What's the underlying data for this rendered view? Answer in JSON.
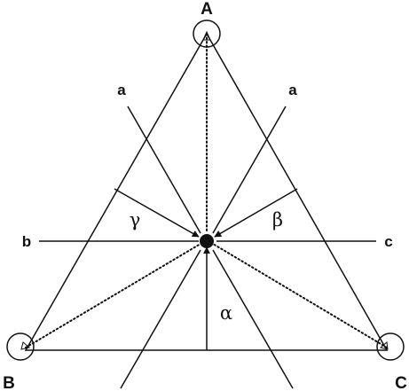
{
  "vertices": {
    "top": "A",
    "bottom_left": "B",
    "bottom_right": "C"
  },
  "line_labels": {
    "left_upper": "a",
    "right_upper": "a",
    "left_horizontal": "b",
    "right_horizontal": "c"
  },
  "angles": {
    "left": "γ",
    "right": "β",
    "bottom": "α"
  },
  "colors": {
    "stroke": "#111111",
    "background": "#ffffff"
  }
}
